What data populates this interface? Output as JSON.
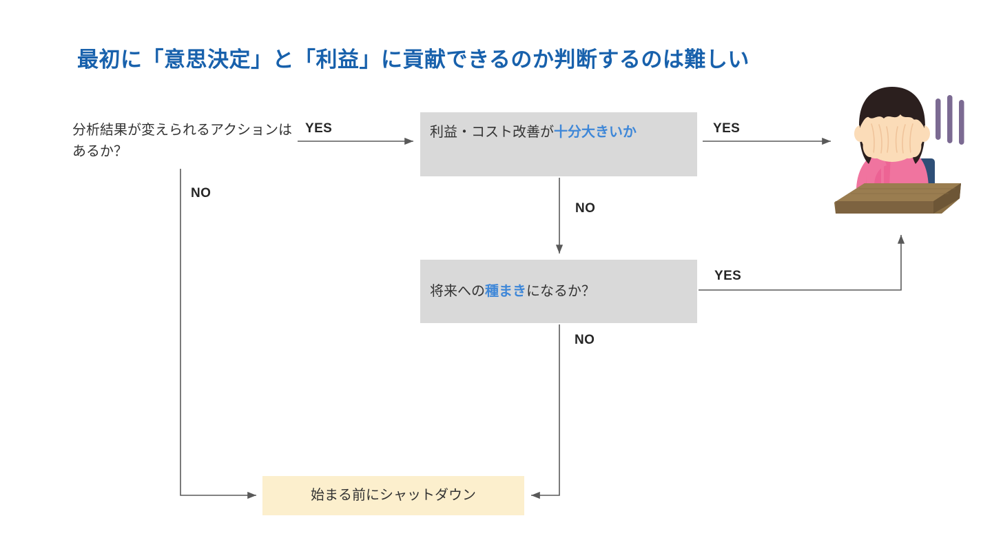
{
  "slide": {
    "title": "最初に「意思決定」と「利益」に貢献できるのか判断するのは難しい",
    "title_color": "#1861ac",
    "background": "#ffffff"
  },
  "flow": {
    "nodes": [
      {
        "id": "q0",
        "kind": "plain-text",
        "text": "分析結果が変えられるアクションはあるか？",
        "background": "none",
        "text_color": "#333333"
      },
      {
        "id": "q1",
        "kind": "box",
        "text_plain": "利益・コスト改善が",
        "text_highlight": "十分大きいか",
        "background": "#d9d9d9",
        "highlight_color": "#3e87d8"
      },
      {
        "id": "q2",
        "kind": "box",
        "text_prefix": "将来への",
        "text_highlight": "種まき",
        "text_suffix": "になるか？",
        "background": "#d9d9d9",
        "highlight_color": "#3e87d8"
      },
      {
        "id": "end",
        "kind": "box",
        "text": "始まる前にシャットダウン",
        "background": "#fcefcd",
        "text_color": "#333333"
      }
    ],
    "edges": [
      {
        "id": "e1",
        "label": "YES",
        "from": "q0",
        "to": "q1"
      },
      {
        "id": "e2",
        "label": "NO",
        "from": "q0",
        "to": "end"
      },
      {
        "id": "e3",
        "label": "YES",
        "from": "q1",
        "to": "illustration"
      },
      {
        "id": "e4",
        "label": "NO",
        "from": "q1",
        "to": "q2"
      },
      {
        "id": "e5",
        "label": "YES",
        "from": "q2",
        "to": "illustration"
      },
      {
        "id": "e6",
        "label": "NO",
        "from": "q2",
        "to": "end"
      }
    ],
    "edge_color": "#595959",
    "label_color": "#262626"
  },
  "illustration": {
    "name": "frustrated-person-at-desk",
    "description": "黒髪ボブの人物が両手で顔を覆って机に座っている",
    "colors": {
      "hair": "#2b1f1e",
      "skin": "#fbdcb8",
      "sweater": "#f0749f",
      "desk": "#8a6f45",
      "chair": "#2e4f77",
      "stress_lines": "#7b6a92"
    },
    "stress_line_count": 3
  }
}
